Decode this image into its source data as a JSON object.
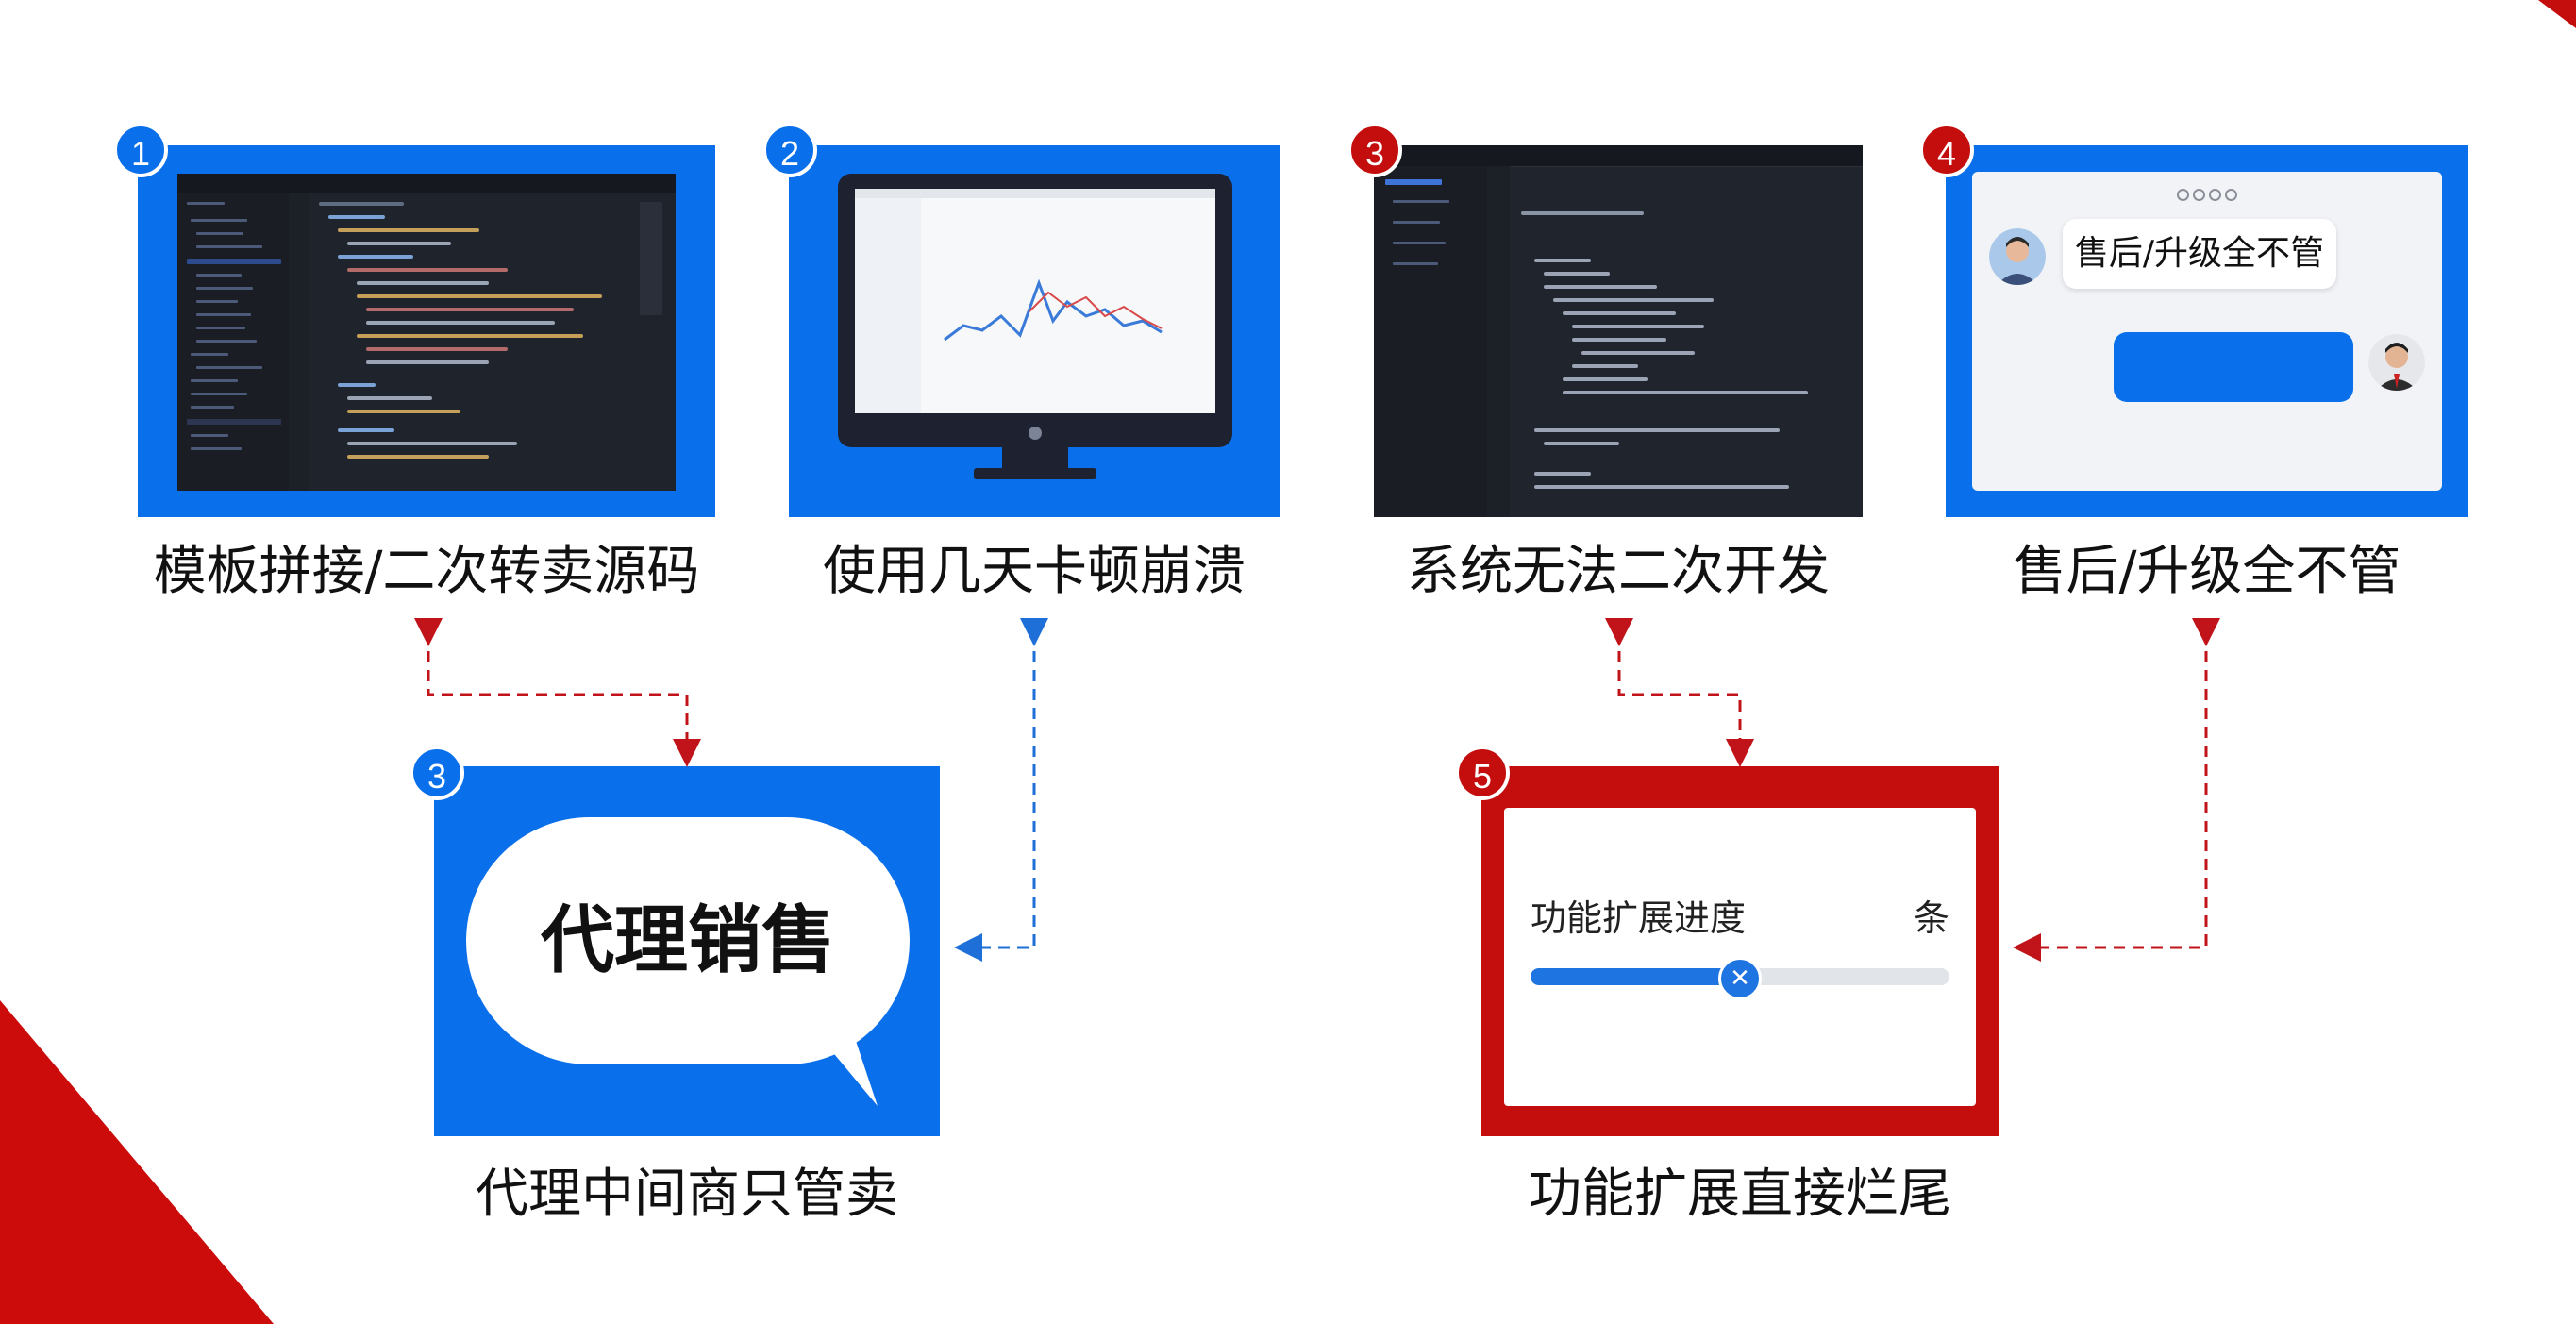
{
  "cards": [
    {
      "badge": "1",
      "caption": "模板拼接/二次转卖源码"
    },
    {
      "badge": "2",
      "caption": "使用几天卡顿崩溃"
    },
    {
      "badge": "3",
      "caption": "系统无法二次开发"
    },
    {
      "badge": "4",
      "caption": "售后/升级全不管",
      "chat_text": "售后/升级全不管"
    }
  ],
  "bottom": [
    {
      "badge": "3",
      "caption": "代理中间商只管卖",
      "bubble_text": "代理销售"
    },
    {
      "badge": "5",
      "caption": "功能扩展直接烂尾",
      "slider_label": "功能扩展进度",
      "slider_unit": "条",
      "slider_value": 0.5
    }
  ],
  "colors": {
    "blue": "#0a6fea",
    "red": "#c40e0e",
    "dashed_blue": "#1f6fd8",
    "dashed_red": "#c0141a"
  },
  "icons": [
    "close-x-icon",
    "code-editor-screenshot",
    "monitor-icon",
    "avatar-man-icon",
    "avatar-man-2-icon"
  ]
}
